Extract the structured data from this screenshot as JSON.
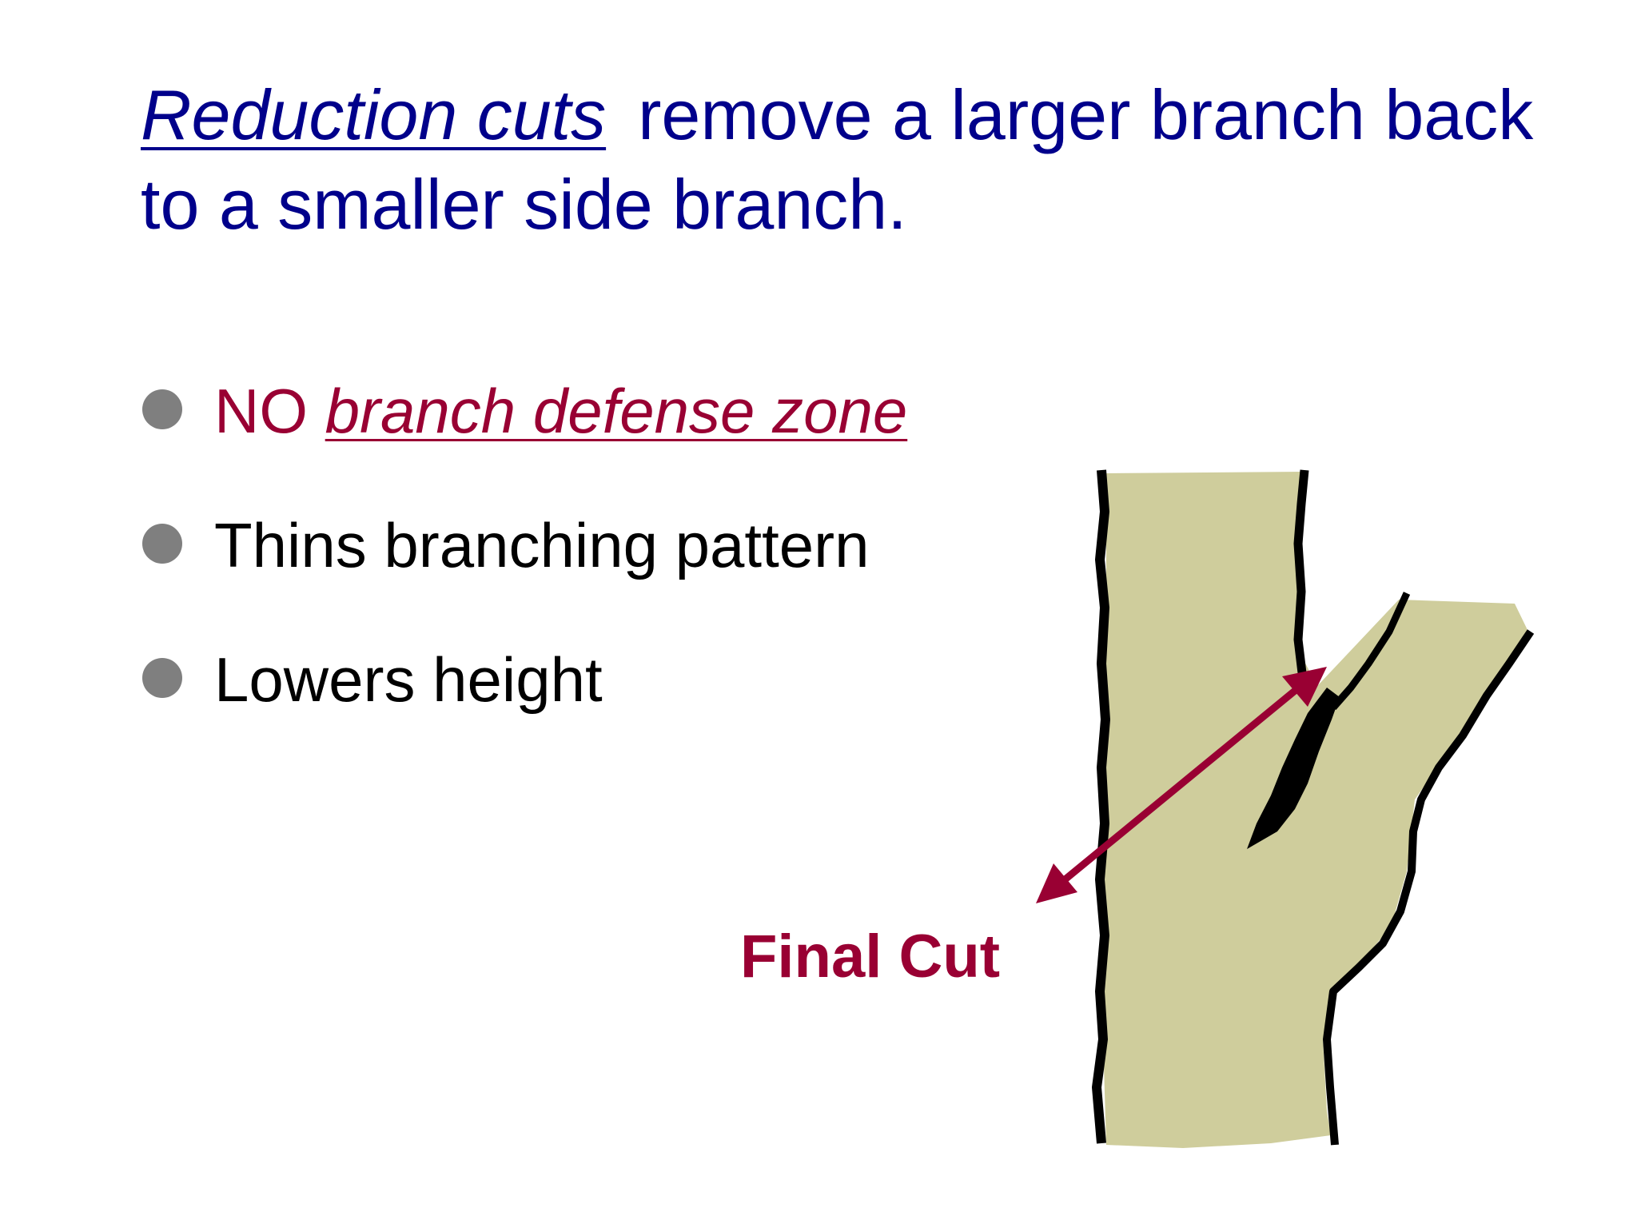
{
  "title": {
    "term": "Reduction cuts",
    "rest": "remove a larger branch back to a smaller side branch."
  },
  "bullets": [
    {
      "prefix": "NO ",
      "term": "branch defense zone"
    },
    {
      "text": "Thins branching pattern"
    },
    {
      "text": "Lowers height"
    }
  ],
  "figure": {
    "caption": "Final Cut"
  },
  "colors": {
    "title": "#00008b",
    "accent": "#990033",
    "bullet_dot": "#7f7f7f",
    "bark": "#cfcd9c",
    "outline": "#000000"
  },
  "icons": {
    "bullet": "filled-circle",
    "arrow": "double-headed-arrow"
  }
}
